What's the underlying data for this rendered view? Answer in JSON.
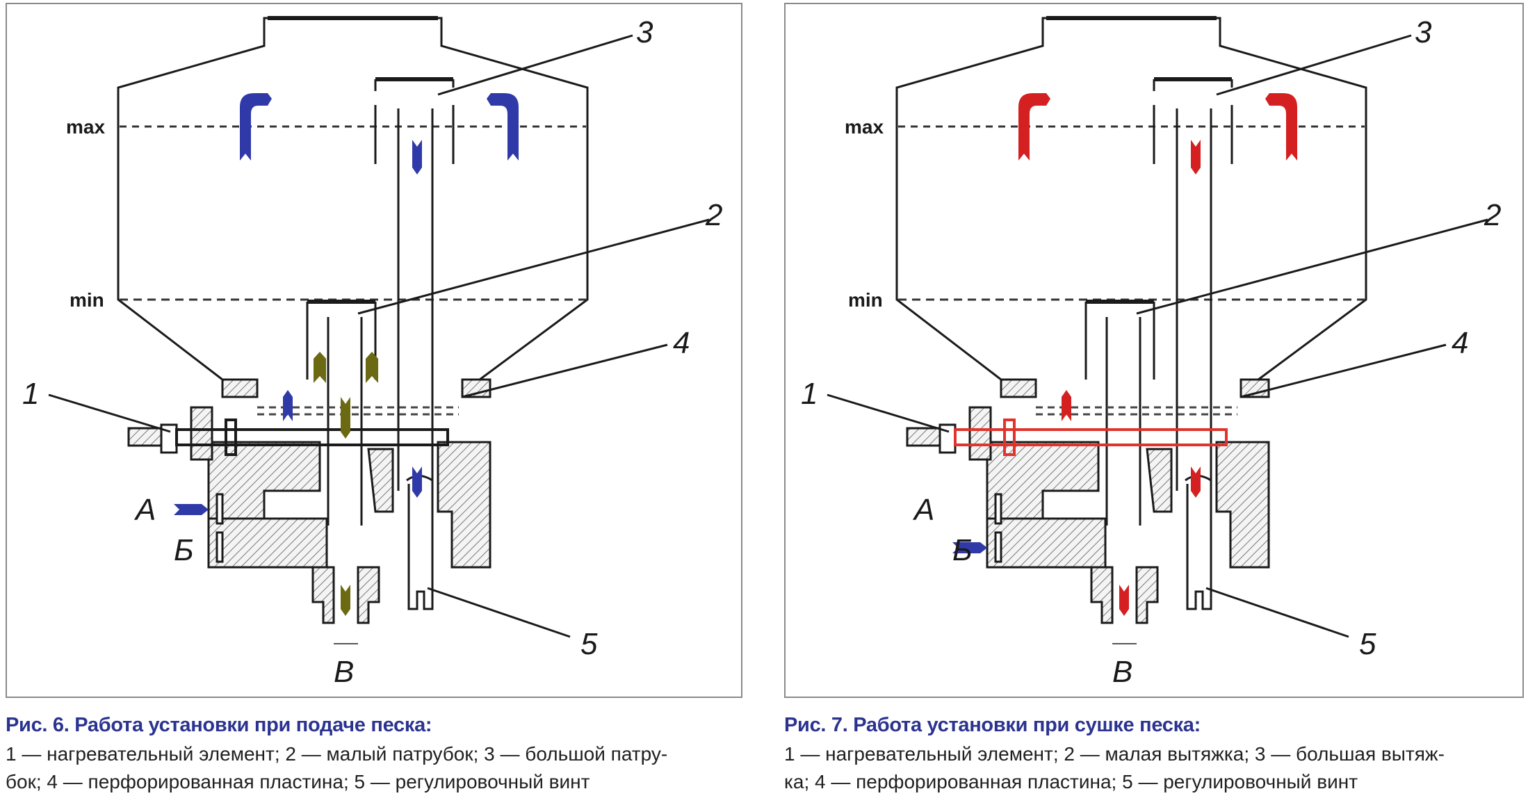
{
  "figures": [
    {
      "id": "fig6",
      "mode": "sand-feed",
      "title": "Рис. 6. Работа установки при подаче песка:",
      "legend_line1": "1 — нагревательный элемент; 2 — малый патрубок; 3 — большой патру-",
      "legend_line2": "бок; 4 — перфорированная пластина; 5 — регулировочный винт",
      "level_max": "max",
      "level_min": "min",
      "part_labels": [
        "1",
        "2",
        "3",
        "4",
        "5"
      ],
      "port_labels": {
        "a": "А",
        "b": "Б",
        "v": "В"
      },
      "air_inlet_port": "А",
      "heater_active": false,
      "colors": {
        "air_flow": "#2f3aa8",
        "sand_flow": "#6b6a12",
        "heater": null
      }
    },
    {
      "id": "fig7",
      "mode": "sand-drying",
      "title": "Рис. 7. Работа установки при сушке песка:",
      "legend_line1": "1 — нагревательный элемент; 2 — малая вытяжка; 3 — большая вытяж-",
      "legend_line2": "ка; 4 — перфорированная пластина; 5 — регулировочный винт",
      "level_max": "max",
      "level_min": "min",
      "part_labels": [
        "1",
        "2",
        "3",
        "4",
        "5"
      ],
      "port_labels": {
        "a": "А",
        "b": "Б",
        "v": "В"
      },
      "air_inlet_port": "Б",
      "heater_active": true,
      "colors": {
        "air_flow": "#d42020",
        "sand_flow": "#d42020",
        "heater": "#e0332b",
        "inlet_arrow": "#2f3aa8"
      }
    }
  ]
}
